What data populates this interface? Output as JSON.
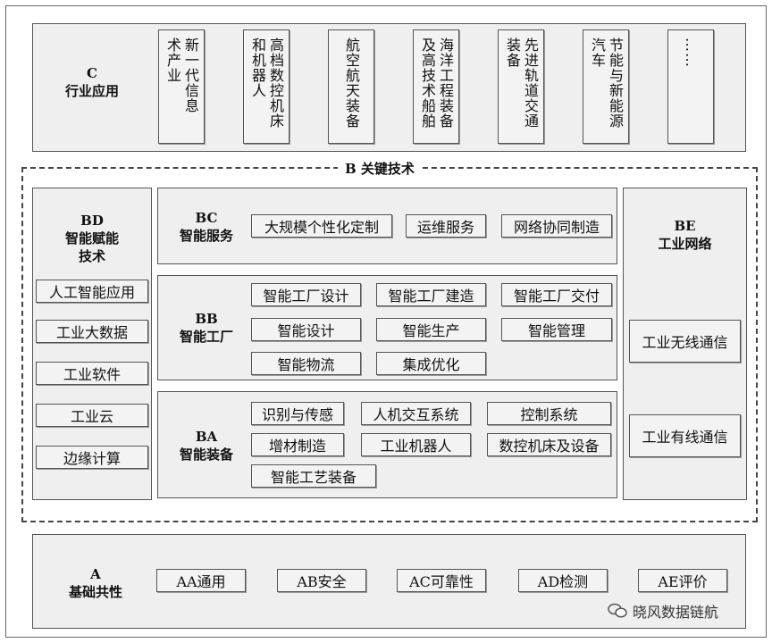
{
  "c_section": {
    "code": "C",
    "title": "行业应用",
    "items": [
      {
        "cols": [
          "新一代信息",
          "术产业"
        ]
      },
      {
        "cols": [
          "高档数控机床",
          "和机器人"
        ]
      },
      {
        "cols": [
          "航空航天装备"
        ]
      },
      {
        "cols": [
          "海洋工程装备",
          "及高技术船舶"
        ]
      },
      {
        "cols": [
          "先进轨道交通",
          "装备"
        ]
      },
      {
        "cols": [
          "节能与新能源",
          "汽车"
        ]
      },
      {
        "cols": [
          "……"
        ]
      }
    ]
  },
  "b_section": {
    "title": "B  关键技术",
    "bd": {
      "code": "BD",
      "title1": "智能赋能",
      "title2": "技术",
      "items": [
        "人工智能应用",
        "工业大数据",
        "工业软件",
        "工业云",
        "边缘计算"
      ]
    },
    "bc": {
      "code": "BC",
      "title": "智能服务",
      "items": [
        "大规模个性化定制",
        "运维服务",
        "网络协同制造"
      ]
    },
    "bb": {
      "code": "BB",
      "title": "智能工厂",
      "items": [
        "智能工厂设计",
        "智能工厂建造",
        "智能工厂交付",
        "智能设计",
        "智能生产",
        "智能管理",
        "智能物流",
        "集成优化"
      ]
    },
    "ba": {
      "code": "BA",
      "title": "智能装备",
      "items": [
        "识别与传感",
        "人机交互系统",
        "控制系统",
        "增材制造",
        "工业机器人",
        "数控机床及设备",
        "智能工艺装备"
      ]
    },
    "be": {
      "code": "BE",
      "title": "工业网络",
      "items": [
        "工业无线通信",
        "工业有线通信"
      ]
    }
  },
  "a_section": {
    "code": "A",
    "title": "基础共性",
    "items": [
      "AA通用",
      "AB安全",
      "AC可靠性",
      "AD检测",
      "AE评价"
    ]
  },
  "watermark": "晓风数据链航"
}
